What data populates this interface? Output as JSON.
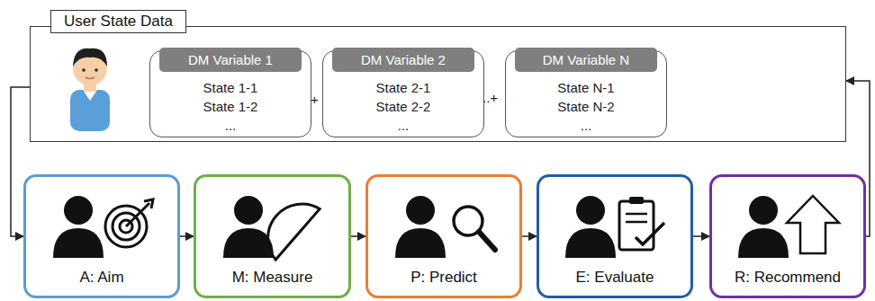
{
  "diagram": {
    "nodes": [
      {
        "text": [
          "User State Data"
        ]
      },
      {
        "text": [
          "DM Variable 1",
          "State 1-1",
          "State 1-2",
          "..."
        ],
        "in": 0
      },
      {
        "text": [
          "DM Variable 2",
          "State 2-1",
          "State 2-2",
          "..."
        ],
        "in": 0
      },
      {
        "text": [
          "DM Variable N",
          "State N-1",
          "State N-2",
          "..."
        ],
        "in": 0
      },
      {
        "text": [
          "A: Aim"
        ]
      },
      {
        "text": [
          "M: Measure"
        ]
      },
      {
        "text": [
          "P: Predict"
        ]
      },
      {
        "text": [
          "E: Evaluate"
        ]
      },
      {
        "text": [
          "R: Recommend"
        ]
      }
    ],
    "edges": [
      {
        "from": 0,
        "to": 4,
        "arrow": "to"
      },
      {
        "from": 4,
        "to": 5,
        "arrow": "to"
      },
      {
        "from": 5,
        "to": 6,
        "arrow": "to"
      },
      {
        "from": 6,
        "to": 7,
        "arrow": "to"
      },
      {
        "from": 7,
        "to": 8,
        "arrow": "to"
      },
      {
        "from": 8,
        "to": 0,
        "arrow": "to"
      }
    ],
    "labels": [
      "+",
      "..+"
    ]
  }
}
